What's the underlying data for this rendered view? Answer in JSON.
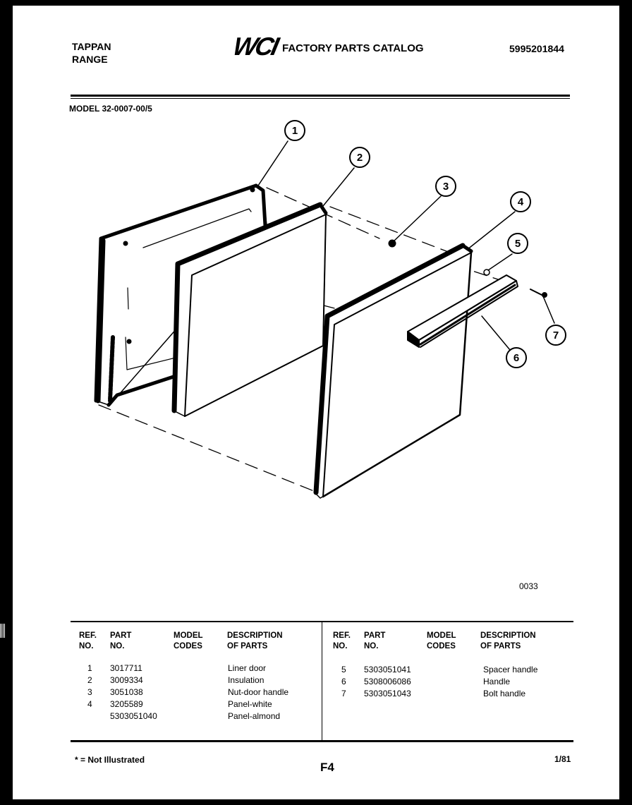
{
  "header": {
    "brand_line1": "TAPPAN",
    "brand_line2": "RANGE",
    "logo_text": "WCI",
    "catalog_title": "FACTORY PARTS CATALOG",
    "catalog_number": "5995201844",
    "model": "MODEL 32-0007-00/5"
  },
  "diagram": {
    "callouts": [
      "1",
      "2",
      "3",
      "4",
      "5",
      "6",
      "7"
    ],
    "figure_code": "0033"
  },
  "parts_table": {
    "headers": {
      "ref_no": [
        "REF.",
        "NO."
      ],
      "part_no": [
        "PART",
        "NO."
      ],
      "model_codes": [
        "MODEL",
        "CODES"
      ],
      "description": [
        "DESCRIPTION",
        "OF PARTS"
      ]
    },
    "left_rows": [
      {
        "ref": "1",
        "part": "3017711",
        "desc": "Liner door"
      },
      {
        "ref": "2",
        "part": "3009334",
        "desc": "Insulation"
      },
      {
        "ref": "3",
        "part": "3051038",
        "desc": "Nut-door handle"
      },
      {
        "ref": "4",
        "part": "3205589",
        "desc": "Panel-white"
      },
      {
        "ref": "",
        "part": "5303051040",
        "desc": "Panel-almond"
      }
    ],
    "right_rows": [
      {
        "ref": "5",
        "part": "5303051041",
        "desc": "Spacer handle"
      },
      {
        "ref": "6",
        "part": "5308006086",
        "desc": "Handle"
      },
      {
        "ref": "7",
        "part": "5303051043",
        "desc": "Bolt handle"
      }
    ]
  },
  "footer": {
    "note": "* = Not Illustrated",
    "page": "F4",
    "date": "1/81"
  }
}
